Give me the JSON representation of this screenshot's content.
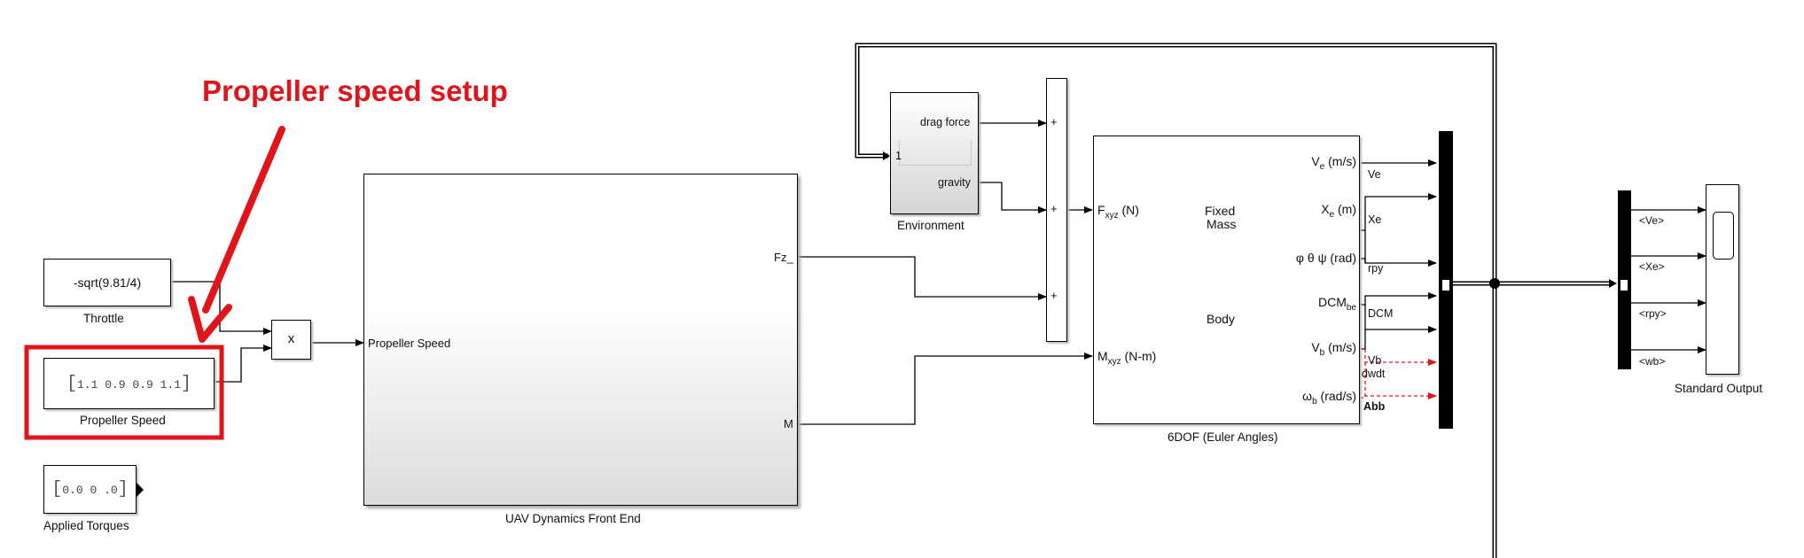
{
  "annotation": {
    "text": "Propeller speed setup",
    "color": "#e0151b"
  },
  "blocks": {
    "throttle": {
      "value": "-sqrt(9.81/4)",
      "label": "Throttle"
    },
    "propeller_speed": {
      "value": "1.1  0.9  0.9  1.1",
      "label": "Propeller Speed"
    },
    "applied_torques": {
      "value": "0.0   0 .0",
      "label": "Applied Torques"
    },
    "product": {
      "symbol": "x"
    },
    "uav_front_end": {
      "label": "UAV Dynamics Front End",
      "in_port": "Propeller Speed",
      "out_fz": "Fz_",
      "out_m": "M"
    },
    "environment": {
      "label": "Environment",
      "port_drag": "drag force",
      "port_gravity": "gravity",
      "port_in": "1"
    },
    "sum": {
      "plus1": "+",
      "plus2": "+",
      "plus3": "+"
    },
    "sixdof": {
      "label": "6DOF (Euler Angles)",
      "in_force": "F",
      "in_force_sub": "xyz",
      "in_force_unit": " (N)",
      "in_moment": "M",
      "in_moment_sub": "xyz",
      "in_moment_unit": " (N-m)",
      "center_top1": "Fixed",
      "center_top2": "Mass",
      "center_bottom": "Body",
      "out_ve": "V",
      "out_ve_sub": "e",
      "out_ve_unit": " (m/s)",
      "out_xe": "X",
      "out_xe_sub": "e",
      "out_xe_unit": " (m)",
      "out_euler": "φ θ ψ (rad)",
      "out_dcm": "DCM",
      "out_dcm_sub": "be",
      "out_vb": "V",
      "out_vb_sub": "b",
      "out_vb_unit": " (m/s)",
      "out_wb": "ω",
      "out_wb_sub": "b",
      "out_wb_unit": " (rad/s)"
    },
    "signals": {
      "ve": "Ve",
      "xe": "Xe",
      "rpy": "rpy",
      "dcm": "DCM",
      "vb": "Vb",
      "dwdt": "dwdt",
      "wb": "Abb"
    },
    "bus_selector": {
      "ve": "<Ve>",
      "xe": "<Xe>",
      "rpy": "<rpy>",
      "wb": "<wb>"
    },
    "standard_output": {
      "label": "Standard Output"
    }
  }
}
